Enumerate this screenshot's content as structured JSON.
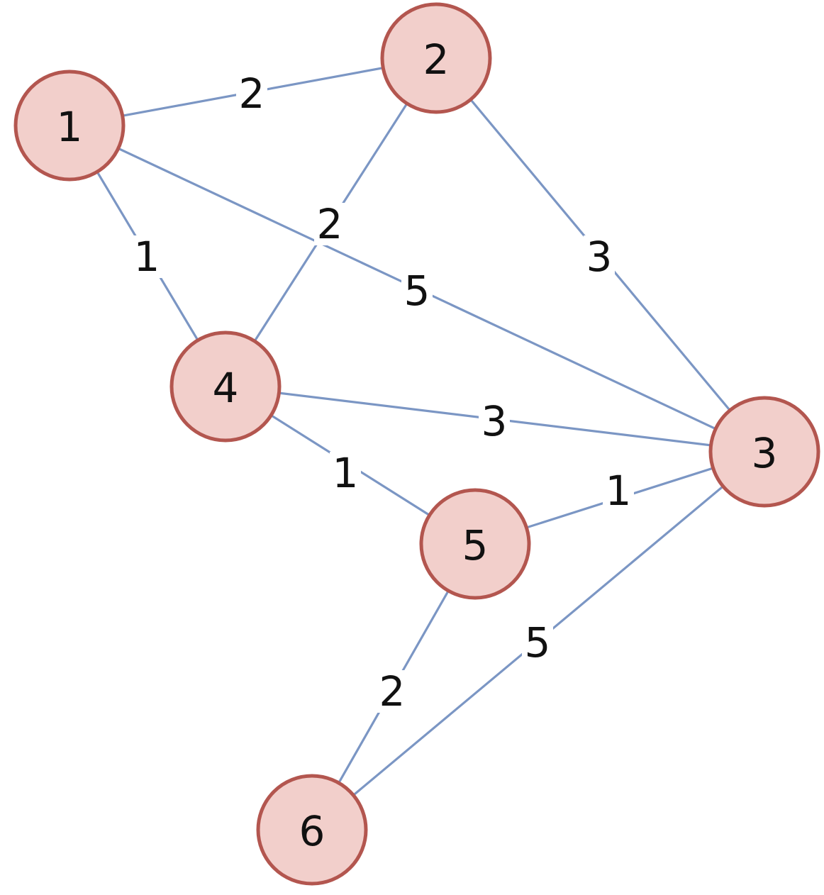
{
  "graph": {
    "nodes": [
      {
        "id": "1",
        "label": "1"
      },
      {
        "id": "2",
        "label": "2"
      },
      {
        "id": "3",
        "label": "3"
      },
      {
        "id": "4",
        "label": "4"
      },
      {
        "id": "5",
        "label": "5"
      },
      {
        "id": "6",
        "label": "6"
      }
    ],
    "edges": [
      {
        "from": "1",
        "to": "2",
        "weight": "2"
      },
      {
        "from": "1",
        "to": "4",
        "weight": "1"
      },
      {
        "from": "1",
        "to": "3",
        "weight": "5"
      },
      {
        "from": "2",
        "to": "4",
        "weight": "2"
      },
      {
        "from": "2",
        "to": "3",
        "weight": "3"
      },
      {
        "from": "4",
        "to": "3",
        "weight": "3"
      },
      {
        "from": "4",
        "to": "5",
        "weight": "1"
      },
      {
        "from": "5",
        "to": "3",
        "weight": "1"
      },
      {
        "from": "5",
        "to": "6",
        "weight": "2"
      },
      {
        "from": "3",
        "to": "6",
        "weight": "5"
      }
    ]
  },
  "colors": {
    "node_fill": "#f2cfcb",
    "node_stroke": "#b3564f",
    "edge": "#7b96c4",
    "text": "#111111"
  }
}
